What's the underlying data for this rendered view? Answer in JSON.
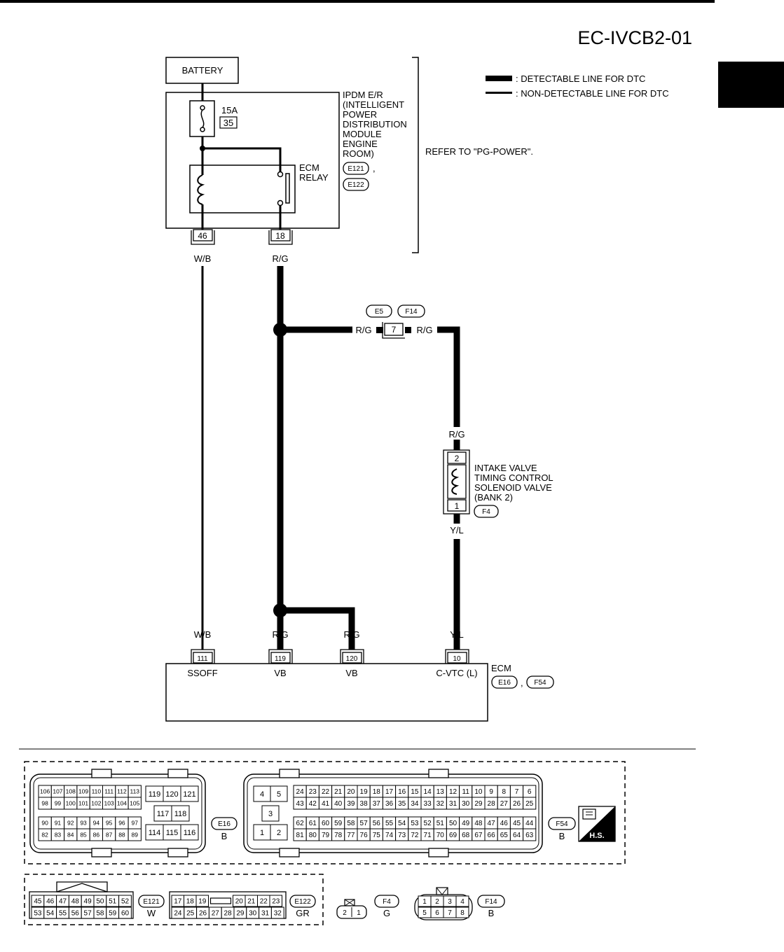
{
  "diagram_id": "EC-IVCB2-01",
  "legend": {
    "detectable": ": DETECTABLE LINE FOR DTC",
    "non_detectable": ": NON-DETECTABLE LINE FOR DTC"
  },
  "battery": "BATTERY",
  "fuse": {
    "rating": "15A",
    "number": "35"
  },
  "ipdm": {
    "name_lines": [
      "IPDM E/R",
      "(INTELLIGENT",
      "POWER",
      "DISTRIBUTION",
      "MODULE",
      "ENGINE",
      "ROOM)"
    ],
    "connectors": [
      "E121",
      "E122"
    ],
    "comma": ","
  },
  "ecm_relay_lines": [
    "ECM",
    "RELAY"
  ],
  "refer": "REFER TO \"PG-POWER\".",
  "ipdm_pins": {
    "ssoff": "46",
    "vb": "18"
  },
  "wires": {
    "w_b": "W/B",
    "r_g": "R/G",
    "y_l": "Y/L"
  },
  "junction_connector": {
    "codes": [
      "E5",
      "F14"
    ],
    "pin": "7"
  },
  "solenoid": {
    "name_lines": [
      "INTAKE VALVE",
      "TIMING CONTROL",
      "SOLENOID VALVE",
      "(BANK 2)"
    ],
    "pin_top": "2",
    "pin_bottom": "1",
    "connector": "F4"
  },
  "ecm": {
    "name": "ECM",
    "connectors": [
      "E16",
      "F54"
    ],
    "comma": ",",
    "terminals": [
      {
        "pin": "111",
        "name": "SSOFF"
      },
      {
        "pin": "119",
        "name": "VB"
      },
      {
        "pin": "120",
        "name": "VB"
      },
      {
        "pin": "10",
        "name": "C-VTC (L)"
      }
    ]
  },
  "connector_views": {
    "e16": {
      "code": "E16",
      "color": "B",
      "rows": [
        [
          "106",
          "107",
          "108",
          "109",
          "110",
          "111",
          "112",
          "113"
        ],
        [
          "98",
          "99",
          "100",
          "101",
          "102",
          "103",
          "104",
          "105"
        ],
        [
          "90",
          "91",
          "92",
          "93",
          "94",
          "95",
          "96",
          "97"
        ],
        [
          "82",
          "83",
          "84",
          "85",
          "86",
          "87",
          "88",
          "89"
        ]
      ],
      "right_top": [
        "119",
        "120",
        "121"
      ],
      "right_mid": [
        "117",
        "118"
      ],
      "right_bot": [
        "114",
        "115",
        "116"
      ]
    },
    "f54": {
      "code": "F54",
      "color": "B",
      "left_top": [
        "4",
        "5"
      ],
      "left_mid": [
        "3"
      ],
      "left_bot": [
        "1",
        "2"
      ],
      "rows": [
        [
          "24",
          "23",
          "22",
          "21",
          "20",
          "19",
          "18",
          "17",
          "16",
          "15",
          "14",
          "13",
          "12",
          "11",
          "10",
          "9",
          "8",
          "7",
          "6"
        ],
        [
          "43",
          "42",
          "41",
          "40",
          "39",
          "38",
          "37",
          "36",
          "35",
          "34",
          "33",
          "32",
          "31",
          "30",
          "29",
          "28",
          "27",
          "26",
          "25"
        ],
        [
          "62",
          "61",
          "60",
          "59",
          "58",
          "57",
          "56",
          "55",
          "54",
          "53",
          "52",
          "51",
          "50",
          "49",
          "48",
          "47",
          "46",
          "45",
          "44"
        ],
        [
          "81",
          "80",
          "79",
          "78",
          "77",
          "76",
          "75",
          "74",
          "73",
          "72",
          "71",
          "70",
          "69",
          "68",
          "67",
          "66",
          "65",
          "64",
          "63"
        ]
      ]
    },
    "hs": "H.S.",
    "e121": {
      "code": "E121",
      "color": "W",
      "rows": [
        [
          "45",
          "46",
          "47",
          "48",
          "49",
          "50",
          "51",
          "52"
        ],
        [
          "53",
          "54",
          "55",
          "56",
          "57",
          "58",
          "59",
          "60"
        ]
      ]
    },
    "e122": {
      "code": "E122",
      "color": "GR",
      "rows": [
        [
          "17",
          "18",
          "19",
          "",
          "20",
          "21",
          "22",
          "23"
        ],
        [
          "24",
          "25",
          "26",
          "27",
          "28",
          "29",
          "30",
          "31",
          "32"
        ]
      ]
    },
    "f4": {
      "code": "F4",
      "color": "G",
      "pins": [
        "2",
        "1"
      ]
    },
    "f14": {
      "code": "F14",
      "color": "B",
      "rows": [
        [
          "1",
          "2",
          "3",
          "4"
        ],
        [
          "5",
          "6",
          "7",
          "8"
        ]
      ]
    }
  }
}
